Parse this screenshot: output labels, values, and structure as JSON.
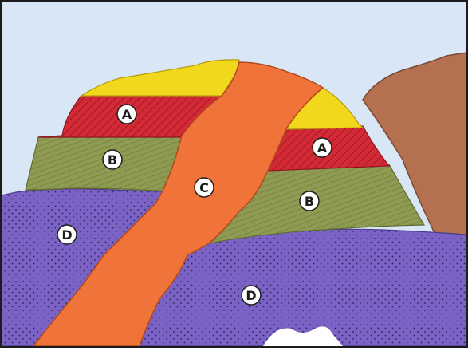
{
  "colors": {
    "sky": "#d9e6f5",
    "yellow": "#f2d81c",
    "red_layer": "#d42a35",
    "green_layer": "#8f9a52",
    "purple_layer": "#7b63c6",
    "orange_dike": "#f0743a",
    "brown_rock": "#b5714f",
    "border": "#1c1c1c"
  },
  "labels": {
    "a_left": "A",
    "a_right": "A",
    "b_left": "B",
    "b_right": "B",
    "c": "C",
    "d_left": "D",
    "d_right": "D"
  }
}
